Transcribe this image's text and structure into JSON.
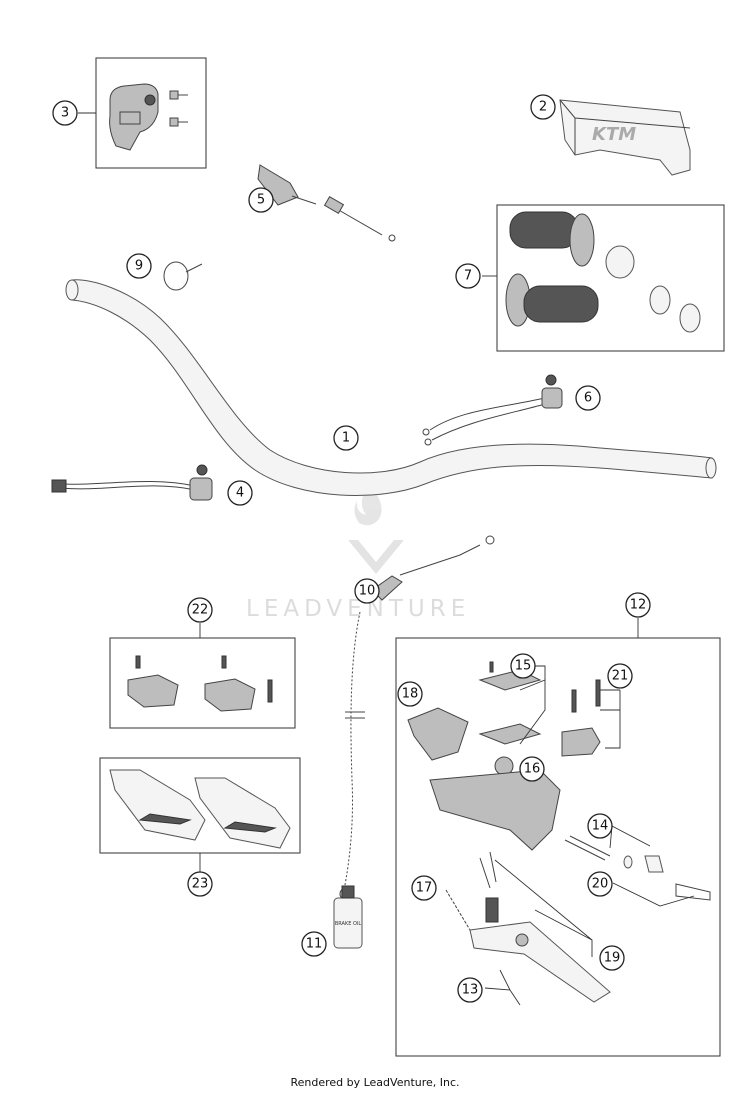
{
  "callouts": [
    "1",
    "2",
    "3",
    "4",
    "5",
    "6",
    "7",
    "9",
    "10",
    "11",
    "12",
    "13",
    "14",
    "15",
    "16",
    "17",
    "18",
    "19",
    "20",
    "21",
    "22",
    "23"
  ],
  "watermark": "LEADVENTURE",
  "logo_text": "KTM",
  "oil_label": "BRAKE OIL",
  "footer": "Rendered by LeadVenture, Inc."
}
